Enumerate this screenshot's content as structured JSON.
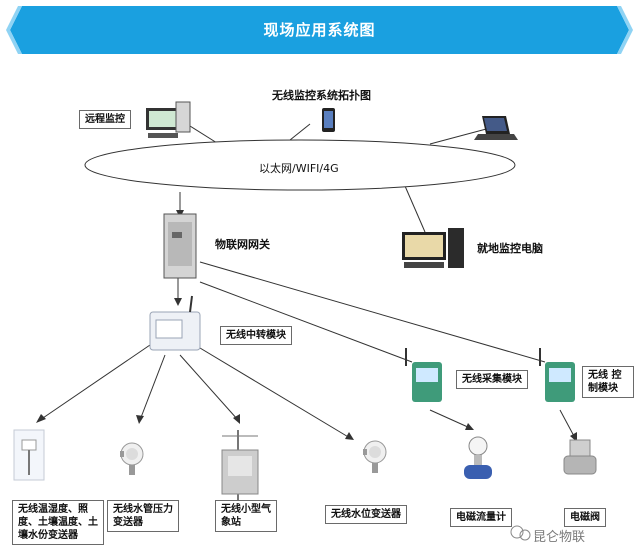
{
  "banner": {
    "title": "现场应用系统图"
  },
  "diagram": {
    "title": "无线监控系统拓扑图",
    "network": "以太网/WIFI/4G",
    "remote_monitor": "远程监控",
    "local_pc": "就地监控电脑",
    "gateway": "物联网网关",
    "relay": "无线中转模块",
    "collector": "无线采集模块",
    "controller": "无线 控\n制模块",
    "sensors": {
      "temp_humidity": "无线温湿度、照度、土壤温度、土壤水份变送器",
      "pipe_pressure": "无线水管压力变送器",
      "weather": "无线小型气象站",
      "water_level": "无线水位变送器",
      "flow_meter": "电磁流量计",
      "valve": "电磁阀"
    }
  },
  "watermark": {
    "text": "昆仑物联"
  },
  "colors": {
    "banner_blue": "#1aa0e0",
    "banner_light": "#8fd3f4",
    "line": "#333333"
  }
}
